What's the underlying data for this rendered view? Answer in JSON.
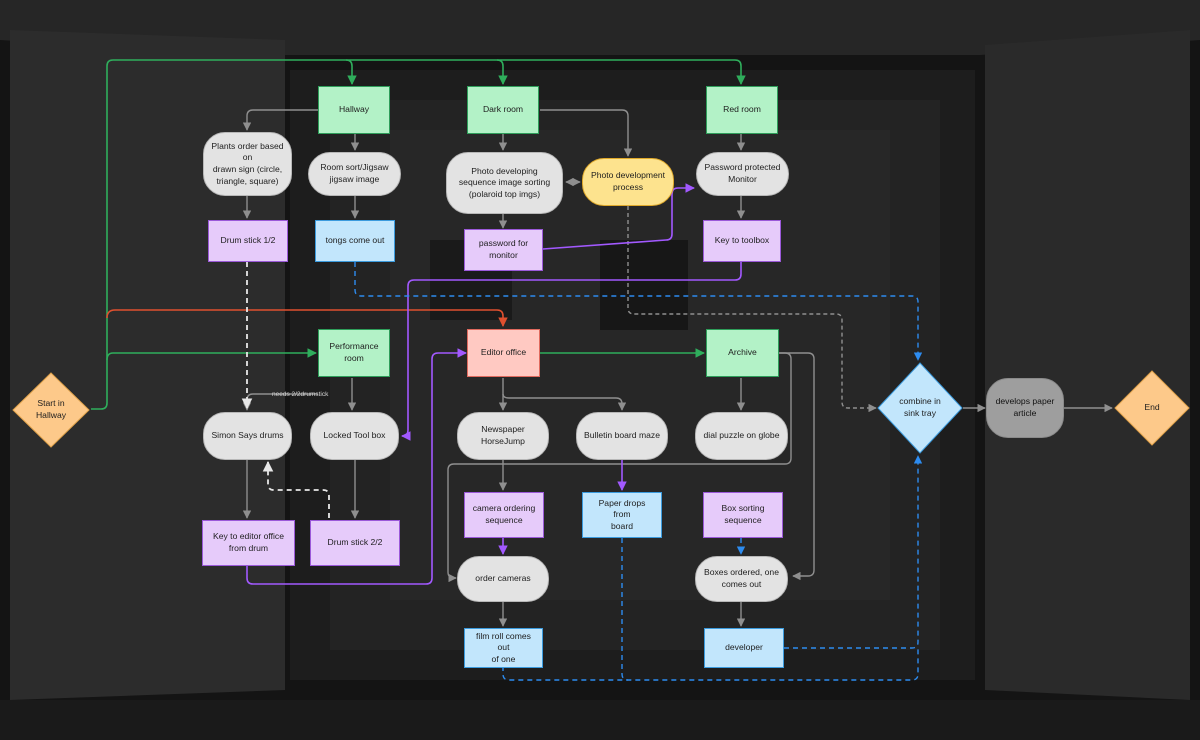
{
  "colors": {
    "room": "#b3f2c7",
    "puzzle": "#e3e3e3",
    "item": "#e6cbfa",
    "tool": "#c2e6fc",
    "editor": "#ffc9c2",
    "photo": "#fde38e",
    "final": "#9e9e9e",
    "diamond_start": "#fdc98a",
    "diamond_combine": "#c2e6fc",
    "edge_gray": "#8f8f8f",
    "edge_green": "#2fae5c",
    "edge_purple": "#a259ff",
    "edge_blue": "#2d8cf0",
    "edge_red": "#e0502f"
  },
  "nodes": {
    "start": "Start in\nHallway",
    "hallway": "Hallway",
    "dark_room": "Dark room",
    "red_room": "Red room",
    "plants": "Plants order based on\ndrawn sign (circle,\ntriangle, square)",
    "room_sort": "Room sort/Jigsaw\njigsaw image",
    "photo_seq": "Photo developing\nsequence image sorting\n(polaroid top imgs)",
    "photo_process": "Photo development\nprocess",
    "password_monitor": "Password protected\nMonitor",
    "drum_stick_1": "Drum stick 1/2",
    "tongs": "tongs come out",
    "password_for": "password for\nmonitor",
    "key_toolbox": "Key to toolbox",
    "performance": "Performance\nroom",
    "editor_office": "Editor office",
    "archive": "Archive",
    "simon": "Simon Says drums",
    "locked_tool": "Locked Tool box",
    "newspaper": "Newspaper HorseJump",
    "bulletin": "Bulletin board maze",
    "dial": "dial puzzle on globe",
    "key_editor": "Key to editor office\nfrom drum",
    "drum_stick_2": "Drum stick 2/2",
    "camera_seq": "camera ordering\nsequence",
    "paper_drops": "Paper drops from\nboard",
    "box_sort": "Box sorting\nsequence",
    "order_cameras": "order cameras",
    "boxes_ordered": "Boxes ordered, one\ncomes out",
    "film_roll": "film roll comes out\nof one",
    "developer": "developer",
    "combine": "combine in\nsink tray",
    "develops": "develops paper\narticle",
    "end": "End"
  },
  "edge_labels": {
    "needs_drumstick": "needs 2/2drumstick"
  }
}
